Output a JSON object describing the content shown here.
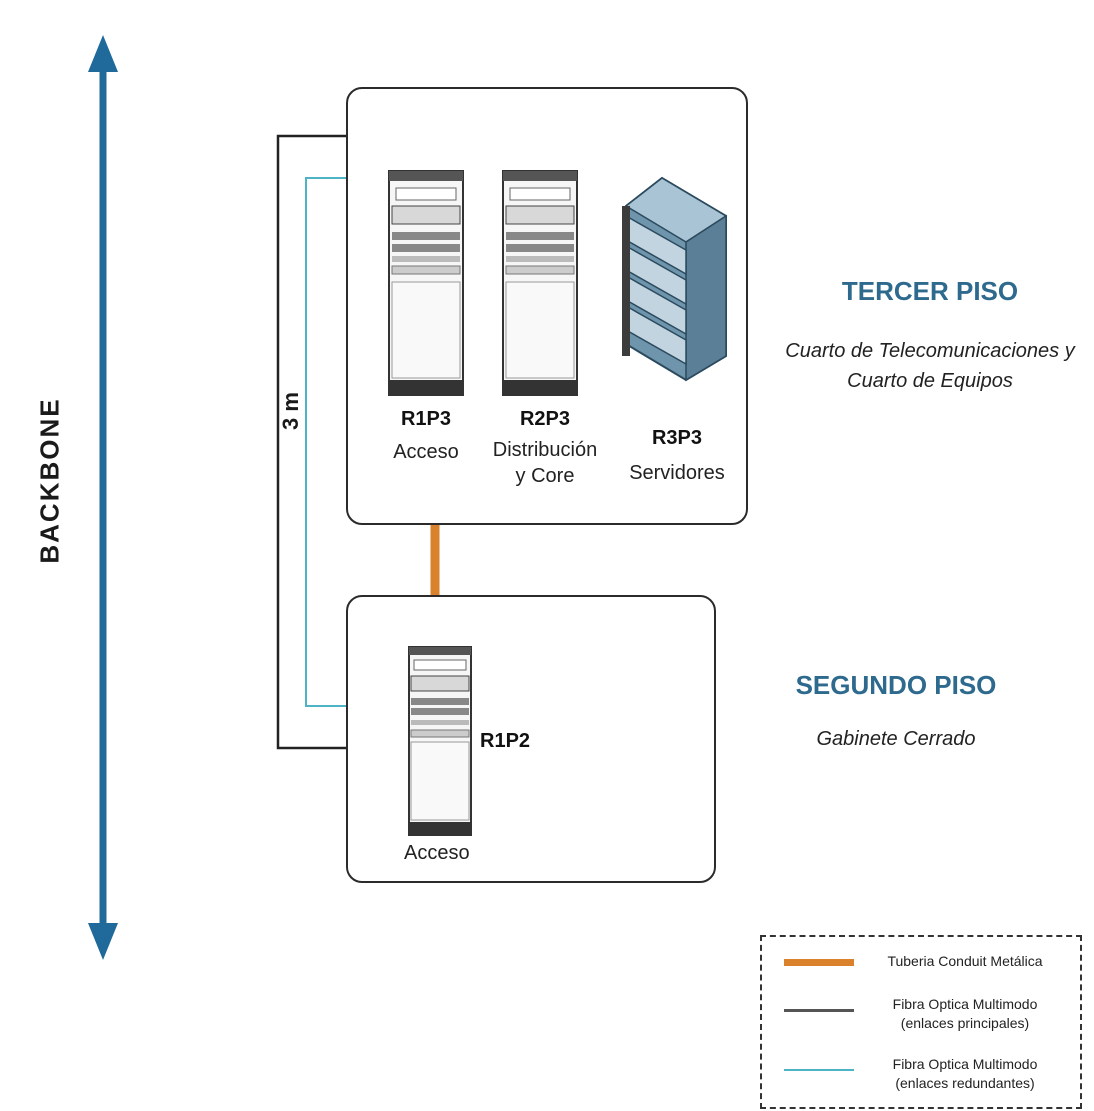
{
  "backbone_label": "BACKBONE",
  "distance_label": "3 m",
  "floors": {
    "third": {
      "title": "TERCER PISO",
      "subtitle_line1": "Cuarto de Telecomunicaciones y",
      "subtitle_line2": "Cuarto de Equipos",
      "racks": [
        {
          "id": "R1P3",
          "role_line1": "Acceso",
          "role_line2": ""
        },
        {
          "id": "R2P3",
          "role_line1": "Distribución",
          "role_line2": "y Core"
        },
        {
          "id": "R3P3",
          "role_line1": "Servidores",
          "role_line2": ""
        }
      ]
    },
    "second": {
      "title": "SEGUNDO PISO",
      "subtitle": "Gabinete Cerrado",
      "rack": {
        "id": "R1P2",
        "role": "Acceso"
      }
    }
  },
  "legend": {
    "items": [
      {
        "label_line1": "Tuberia Conduit Metálica",
        "label_line2": "",
        "color": "#d9822b"
      },
      {
        "label_line1": "Fibra Optica Multimodo",
        "label_line2": "(enlaces principales)",
        "color": "#555555"
      },
      {
        "label_line1": "Fibra Optica Multimodo",
        "label_line2": "(enlaces redundantes)",
        "color": "#4fb3c8"
      }
    ]
  },
  "colors": {
    "arrow": "#1f6a9a",
    "title": "#2e6a8e",
    "conduit": "#d9822b",
    "fiber_main": "#222222",
    "fiber_redundant": "#4fb3c8"
  }
}
